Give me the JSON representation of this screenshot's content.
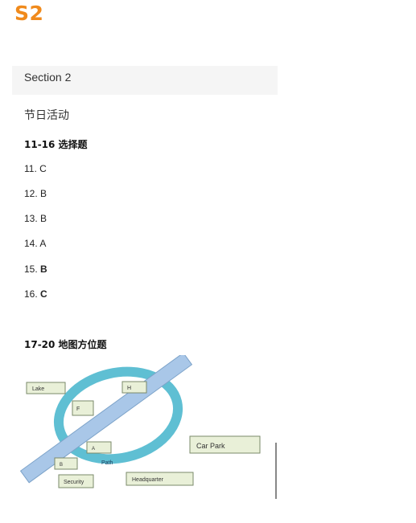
{
  "logo": "S2",
  "section": {
    "title": "Section 2"
  },
  "topic": "节日活动",
  "group1": {
    "heading": "11-16 选择题",
    "answers": [
      {
        "num": "11.",
        "val": "C",
        "bold": false
      },
      {
        "num": "12.",
        "val": "B",
        "bold": false
      },
      {
        "num": "13.",
        "val": "B",
        "bold": false
      },
      {
        "num": "14.",
        "val": "A",
        "bold": false
      },
      {
        "num": "15.",
        "val": "B",
        "bold": true
      },
      {
        "num": "16.",
        "val": "C",
        "bold": true
      }
    ]
  },
  "group2": {
    "heading": "17-20 地图方位题"
  },
  "map": {
    "labels": {
      "lake": "Lake",
      "h": "H",
      "f": "F",
      "a": "A",
      "b": "B",
      "path": "Path",
      "security": "Security",
      "headquarters": "Headquarter",
      "car_park": "Car Park"
    },
    "colors": {
      "ring": "#5fbfd3",
      "bar": "#a9c7e8",
      "box": "#e9f0d8"
    }
  }
}
